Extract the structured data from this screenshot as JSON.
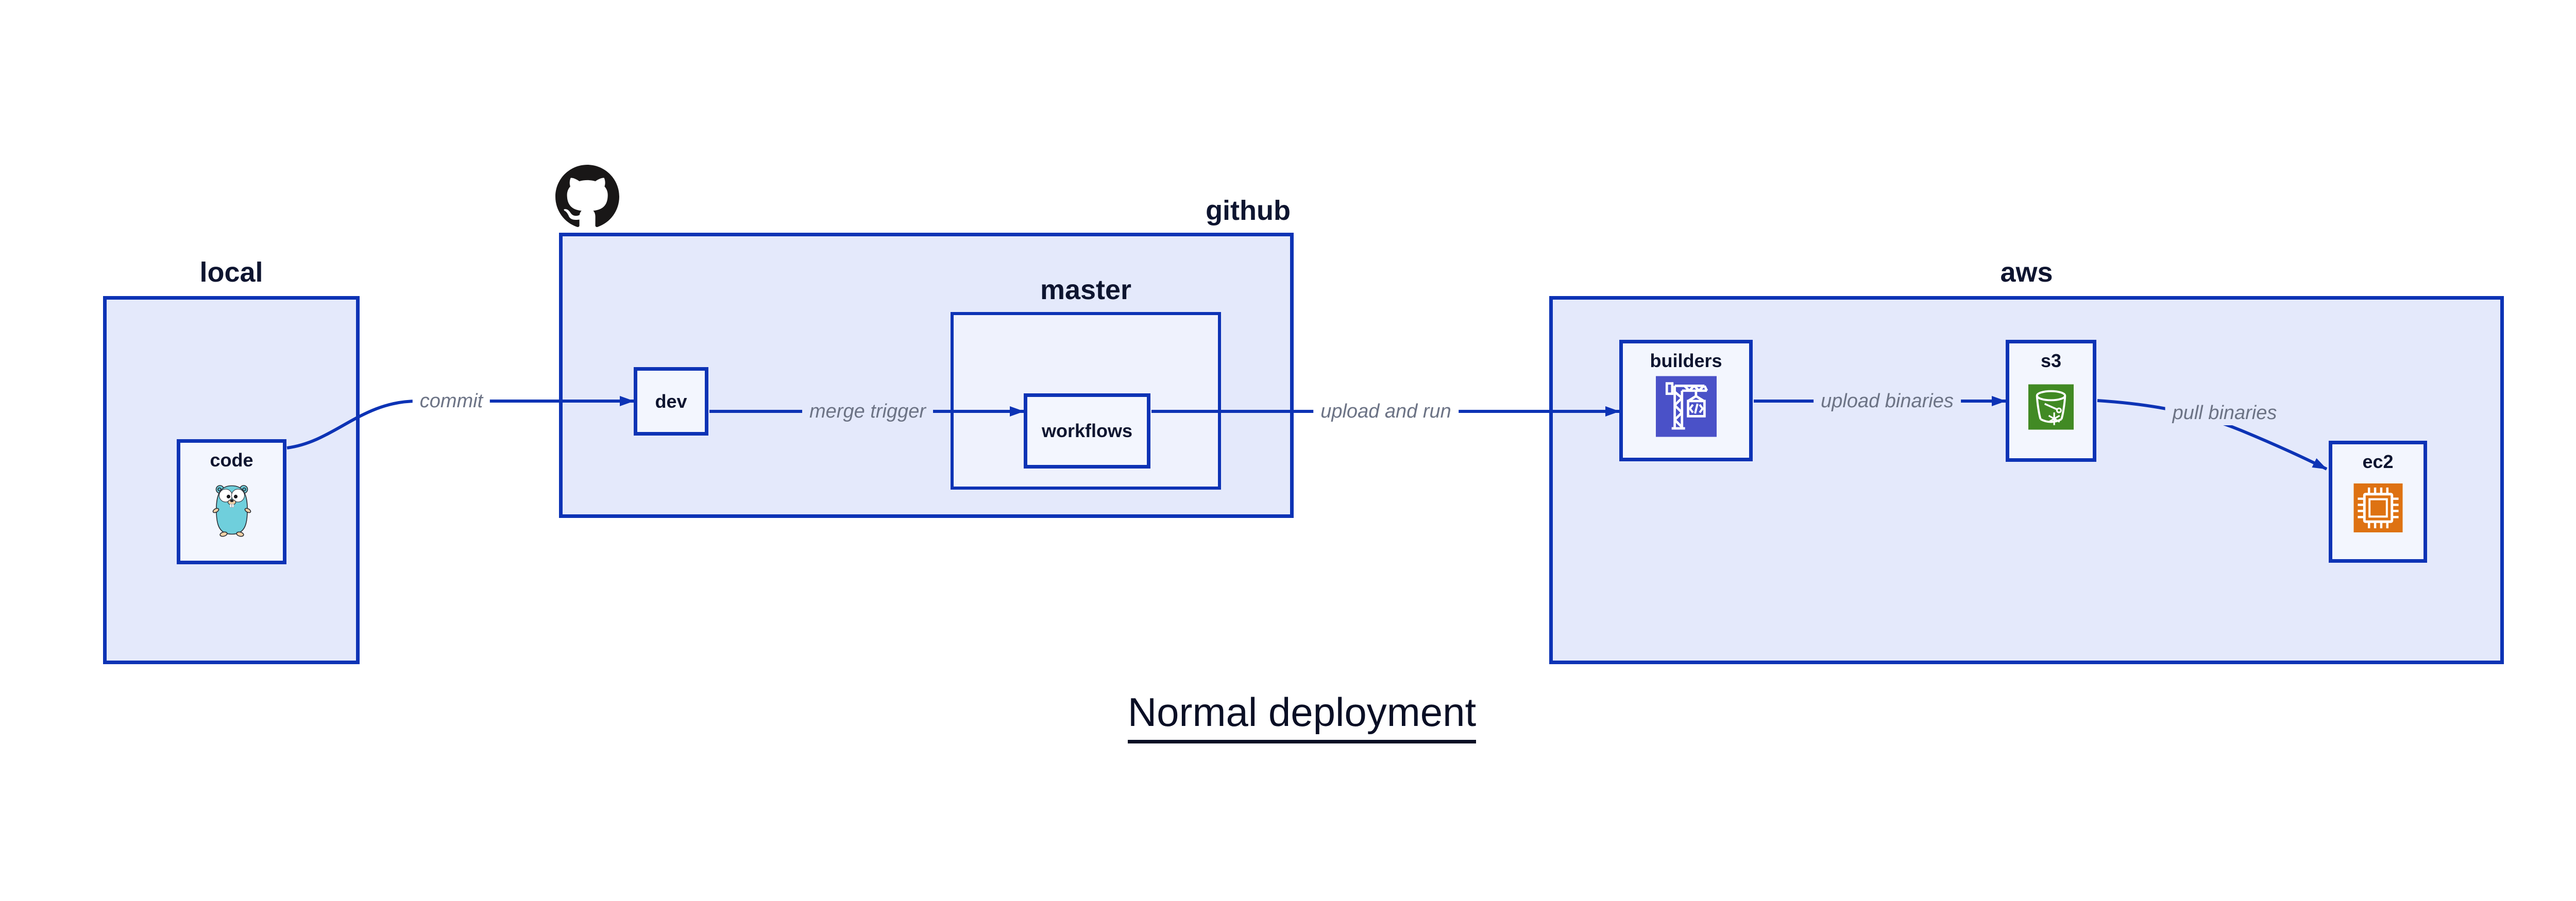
{
  "title": {
    "text": "Normal deployment"
  },
  "containers": {
    "local": {
      "label": "local"
    },
    "github": {
      "label": "github"
    },
    "master": {
      "label": "master"
    },
    "aws": {
      "label": "aws"
    }
  },
  "nodes": {
    "code": {
      "label": "code"
    },
    "dev": {
      "label": "dev"
    },
    "workflows": {
      "label": "workflows"
    },
    "builders": {
      "label": "builders"
    },
    "s3": {
      "label": "s3"
    },
    "ec2": {
      "label": "ec2"
    }
  },
  "edges": {
    "commit": {
      "label": "commit"
    },
    "merge_trigger": {
      "label": "merge trigger"
    },
    "upload_and_run": {
      "label": "upload and run"
    },
    "upload_binaries": {
      "label": "upload binaries"
    },
    "pull_binaries": {
      "label": "pull binaries"
    }
  },
  "icons": {
    "github": "github-octocat-icon",
    "code": "go-gopher-icon",
    "builders": "aws-codebuild-icon",
    "s3": "aws-s3-bucket-icon",
    "ec2": "aws-ec2-chip-icon"
  },
  "colors": {
    "edge_blue": "#0D33B5",
    "container_fill": "#E4E9FB",
    "subcontainer_fill": "#EFF2FD",
    "node_fill": "#F3F6FE",
    "text_dark": "#0E1530",
    "edge_label_gray": "#6C7385",
    "codebuild_purple": "#4A51C8",
    "s3_green": "#418A24",
    "ec2_orange": "#DE7212",
    "github_black": "#191717",
    "gopher_teal": "#6FCFDC"
  }
}
